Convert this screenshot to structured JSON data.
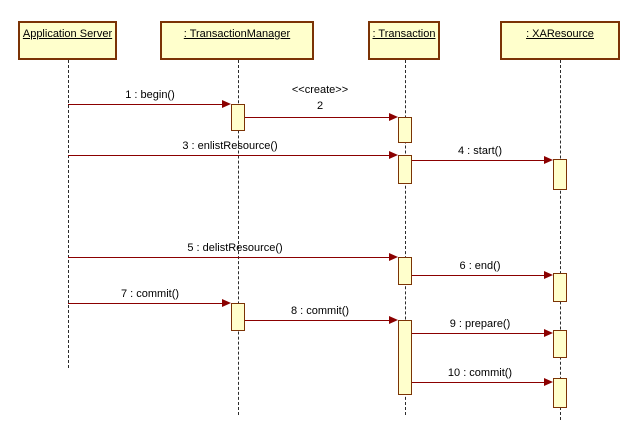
{
  "diagram": {
    "type": "uml-sequence-diagram",
    "lifelines": [
      {
        "name": "Application Server"
      },
      {
        "name": ": TransactionManager"
      },
      {
        "name": ": Transaction"
      },
      {
        "name": ": XAResource"
      }
    ],
    "messages": [
      {
        "label": "1 : begin()",
        "from": "Application Server",
        "to": ": TransactionManager"
      },
      {
        "stereotype": "<<create>>",
        "label": "2",
        "from": ": TransactionManager",
        "to": ": Transaction"
      },
      {
        "label": "3 : enlistResource()",
        "from": "Application Server",
        "to": ": Transaction"
      },
      {
        "label": "4 : start()",
        "from": ": Transaction",
        "to": ": XAResource"
      },
      {
        "label": "5 : delistResource()",
        "from": "Application Server",
        "to": ": Transaction"
      },
      {
        "label": "6 : end()",
        "from": ": Transaction",
        "to": ": XAResource"
      },
      {
        "label": "7 : commit()",
        "from": "Application Server",
        "to": ": TransactionManager"
      },
      {
        "label": "8 : commit()",
        "from": ": TransactionManager",
        "to": ": Transaction"
      },
      {
        "label": "9 : prepare()",
        "from": ": Transaction",
        "to": ": XAResource"
      },
      {
        "label": "10 : commit()",
        "from": ": Transaction",
        "to": ": XAResource"
      }
    ],
    "colors": {
      "background": "#ffffff",
      "box_fill": "#ffffcc",
      "box_border": "#7b3305",
      "message_line": "#8b0000",
      "lifeline": "#2b2b2b"
    }
  }
}
